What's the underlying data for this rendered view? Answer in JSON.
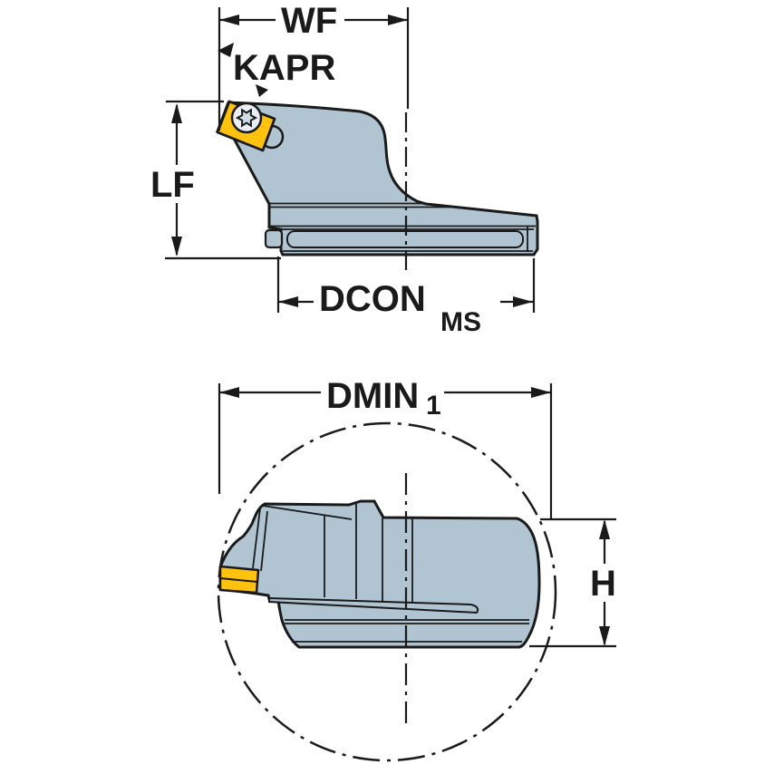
{
  "colors": {
    "background": "#ffffff",
    "body": "#b0c4d2",
    "insert": "#ffc20e",
    "outline": "#1a1a1a",
    "screw_face": "#e9eff4",
    "screw_star": "#cfdde6"
  },
  "side_view": {
    "dimensions": {
      "wf": "WF",
      "kapr": "KAPR",
      "lf": "LF",
      "dcon": "DCON",
      "dcon_subscript": "MS"
    }
  },
  "end_view": {
    "dimensions": {
      "dmin": "DMIN",
      "dmin_subscript": "1",
      "h": "H"
    }
  }
}
